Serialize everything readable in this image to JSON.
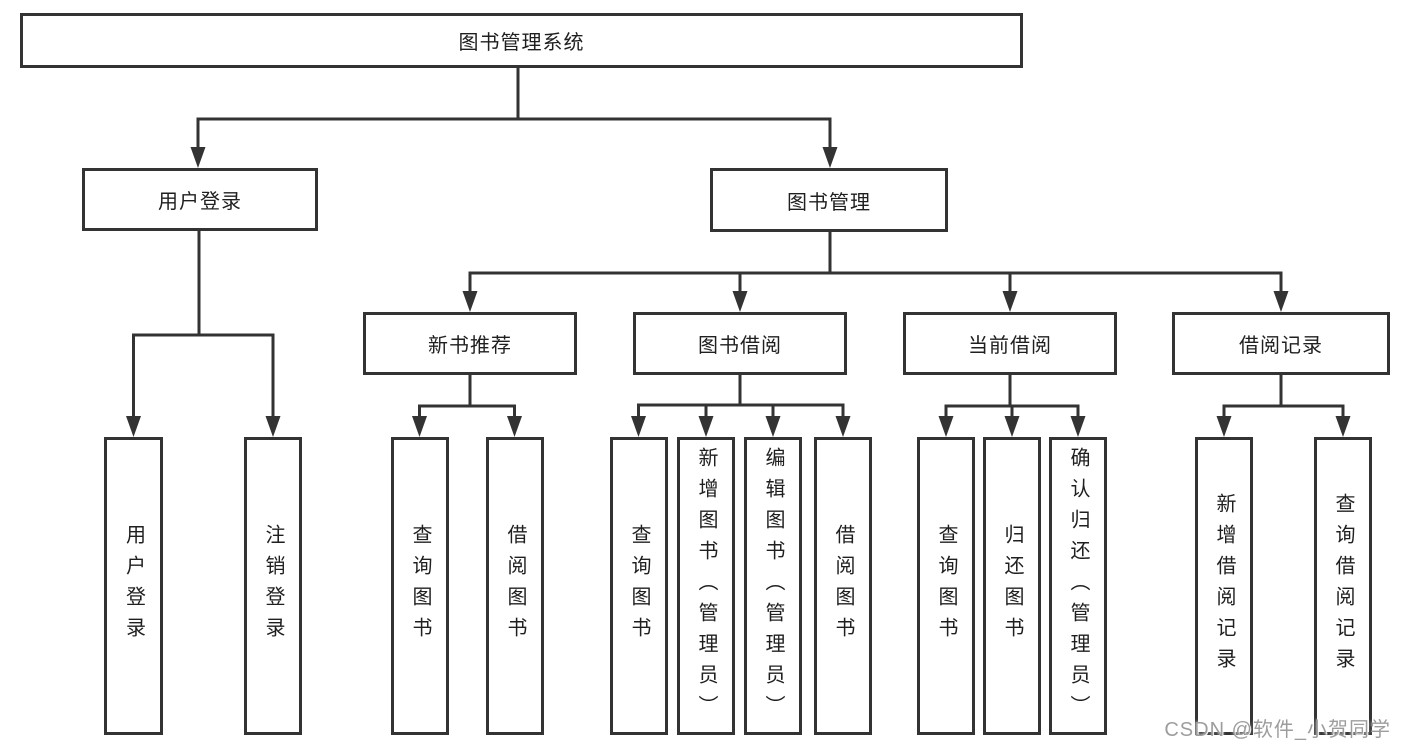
{
  "nodes": {
    "root": "图书管理系统",
    "level2": [
      "用户登录",
      "图书管理"
    ],
    "level3": [
      "新书推荐",
      "图书借阅",
      "当前借阅",
      "借阅记录"
    ],
    "user_children": [
      "用户登录",
      "注销登录"
    ],
    "newbook_children": [
      "查询图书",
      "借阅图书"
    ],
    "borrow_children": [
      "查询图书",
      "新增图书（管理员）",
      "编辑图书（管理员）",
      "借阅图书"
    ],
    "current_children": [
      "查询图书",
      "归还图书",
      "确认归还（管理员）"
    ],
    "record_children": [
      "新增借阅记录",
      "查询借阅记录"
    ]
  },
  "watermark": "CSDN @软件_小贺同学",
  "colors": {
    "line": "#333333",
    "text": "#1f1f1f",
    "watermark": "#9d9d9d"
  }
}
